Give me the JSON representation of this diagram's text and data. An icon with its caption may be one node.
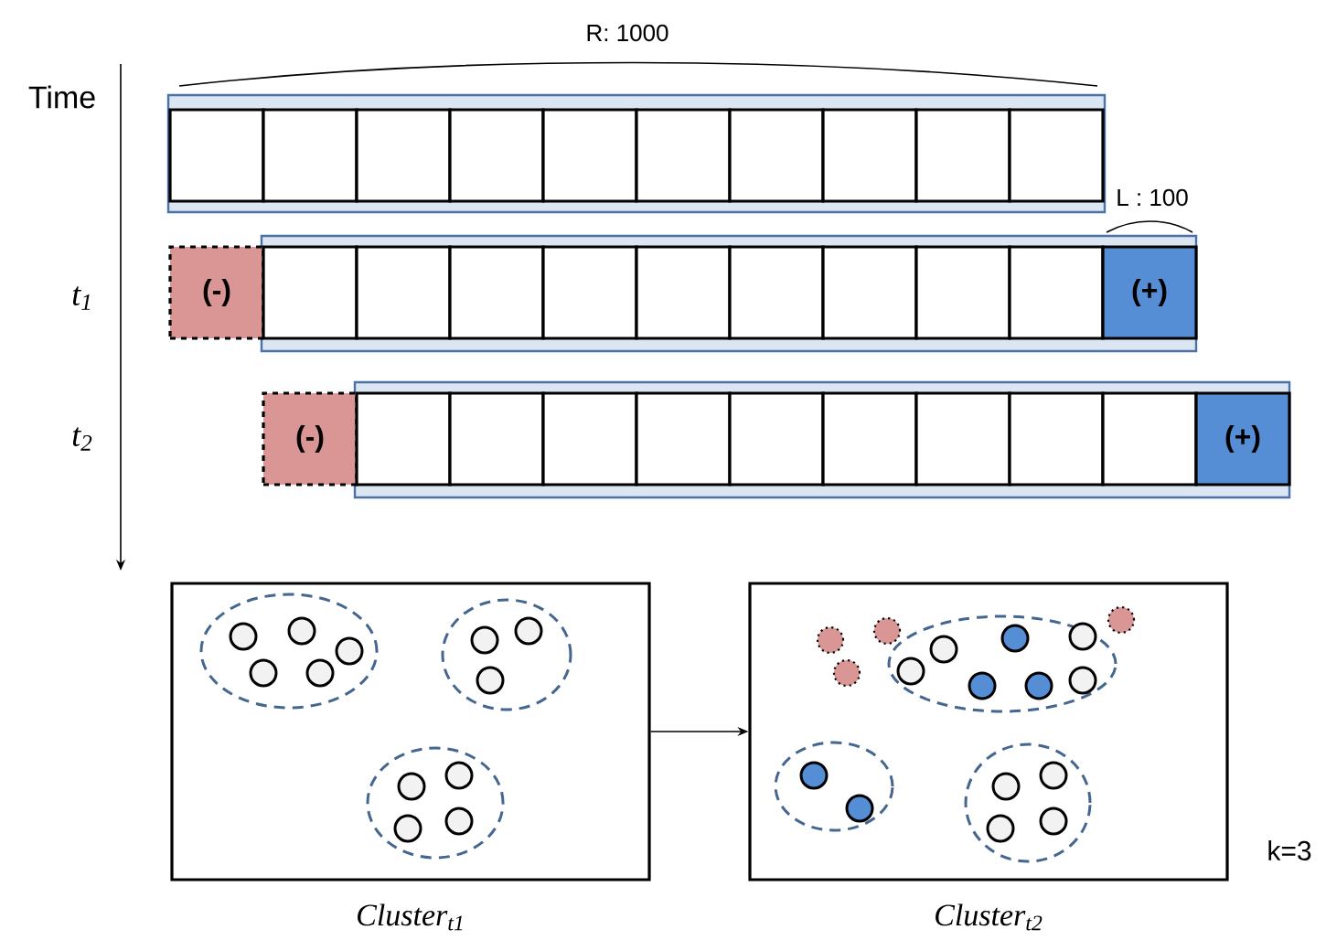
{
  "diagram": {
    "nodes": [
      {
        "text": [],
        "shape": "box"
      },
      {
        "text": [],
        "shape": "box"
      },
      {
        "text": [],
        "shape": "box"
      },
      {
        "text": [],
        "shape": "box"
      },
      {
        "text": [],
        "shape": "box"
      },
      {
        "text": [],
        "shape": "box"
      },
      {
        "text": [],
        "shape": "box"
      },
      {
        "text": [],
        "shape": "box"
      },
      {
        "text": [],
        "shape": "box"
      },
      {
        "text": [],
        "shape": "box"
      },
      {
        "text": [
          "(-)"
        ]
      },
      {
        "text": [],
        "shape": "box"
      },
      {
        "text": [],
        "shape": "box"
      },
      {
        "text": [],
        "shape": "box"
      },
      {
        "text": [],
        "shape": "box"
      },
      {
        "text": [],
        "shape": "box"
      },
      {
        "text": [],
        "shape": "box"
      },
      {
        "text": [],
        "shape": "box"
      },
      {
        "text": [],
        "shape": "box"
      },
      {
        "text": [],
        "shape": "box"
      },
      {
        "text": [
          "(+)"
        ]
      },
      {
        "text": [
          "(-)"
        ]
      },
      {
        "text": [],
        "shape": "box"
      },
      {
        "text": [],
        "shape": "box"
      },
      {
        "text": [],
        "shape": "box"
      },
      {
        "text": [],
        "shape": "box"
      },
      {
        "text": [],
        "shape": "box"
      },
      {
        "text": [],
        "shape": "box"
      },
      {
        "text": [],
        "shape": "box"
      },
      {
        "text": [],
        "shape": "box"
      },
      {
        "text": [],
        "shape": "box"
      },
      {
        "text": [
          "(+)"
        ]
      },
      {
        "text": [],
        "shape": "box",
        "beside": [
          "Cluster$_{t1}$"
        ]
      },
      {
        "text": [],
        "shape": "box",
        "beside": [
          "Cluster$_{t2}$"
        ]
      }
    ],
    "edges": [
      {
        "from": 32,
        "to": 33,
        "arrow": "to"
      }
    ],
    "labels": [
      "Time",
      "R: 1000",
      "L : 100",
      "t$_{1}$",
      "t$_{2}$",
      "k=3"
    ]
  }
}
